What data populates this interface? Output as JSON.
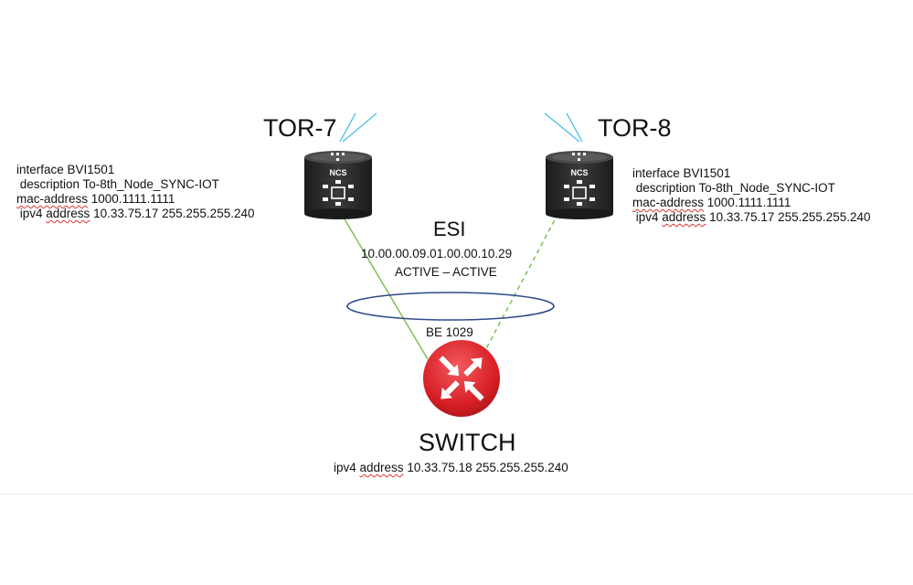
{
  "nodes": {
    "tor7": {
      "title": "TOR-7",
      "device_text": "NCS"
    },
    "tor8": {
      "title": "TOR-8",
      "device_text": "NCS"
    },
    "switch": {
      "title": "SWITCH"
    }
  },
  "esi": {
    "title": "ESI",
    "id": "10.00.00.09.01.00.00.10.29",
    "mode": "ACTIVE – ACTIVE"
  },
  "bundle": {
    "label": "BE 1029"
  },
  "config_left": {
    "line1": "interface BVI1501",
    "line2": " description To-8th_Node_SYNC-IOT",
    "line3_key": "mac-address",
    "line3_val": " 1000.1111.1111",
    "line4_a": " ipv4 ",
    "line4_key": "address",
    "line4_val": " 10.33.75.17 255.255.255.240"
  },
  "config_right": {
    "line1": "interface BVI1501",
    "line2": " description To-8th_Node_SYNC-IOT",
    "line3_key": "mac-address",
    "line3_val": " 1000.1111.1111",
    "line4_a": " ipv4 ",
    "line4_key": "address",
    "line4_val": " 10.33.75.17 255.255.255.240"
  },
  "switch_config": {
    "prefix": "ipv4 ",
    "key": "address",
    "value": " 10.33.75.18 255.255.255.240"
  },
  "colors": {
    "solid_link": "#7cc05a",
    "dashed_link": "#7cc05a",
    "bundle_ellipse": "#2e4a8c",
    "uplink": "#3bbde6",
    "router_red": "#e0262c",
    "ncs_dark": "#2a2a2a"
  }
}
